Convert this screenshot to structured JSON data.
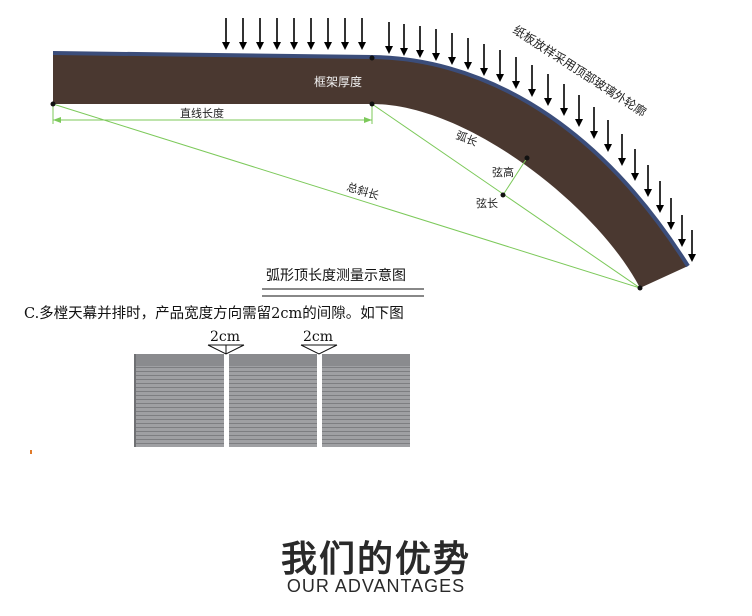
{
  "diagram": {
    "title": "弧形顶长度测量示意图",
    "labels": {
      "frame_thickness": "框架厚度",
      "straight_length": "直线长度",
      "arc_length": "弧长",
      "chord_height": "弦高",
      "chord_length": "弦长",
      "total_slant_length": "总斜长",
      "sample_note": "纸板放样采用顶部玻璃外轮廓"
    },
    "colors": {
      "frame": "#4a3830",
      "frame_edge": "#3b4d7a",
      "guide": "#7cc95a",
      "arrow": "#000000"
    }
  },
  "gap_note": {
    "text": "C.多樘天幕并排时，产品宽度方向需留2cm的间隙。如下图",
    "gap_labels": [
      "2cm",
      "2cm"
    ],
    "panel_count": 3
  },
  "footer": {
    "title": "我们的优势",
    "subtitle": "OUR ADVANTAGES"
  }
}
